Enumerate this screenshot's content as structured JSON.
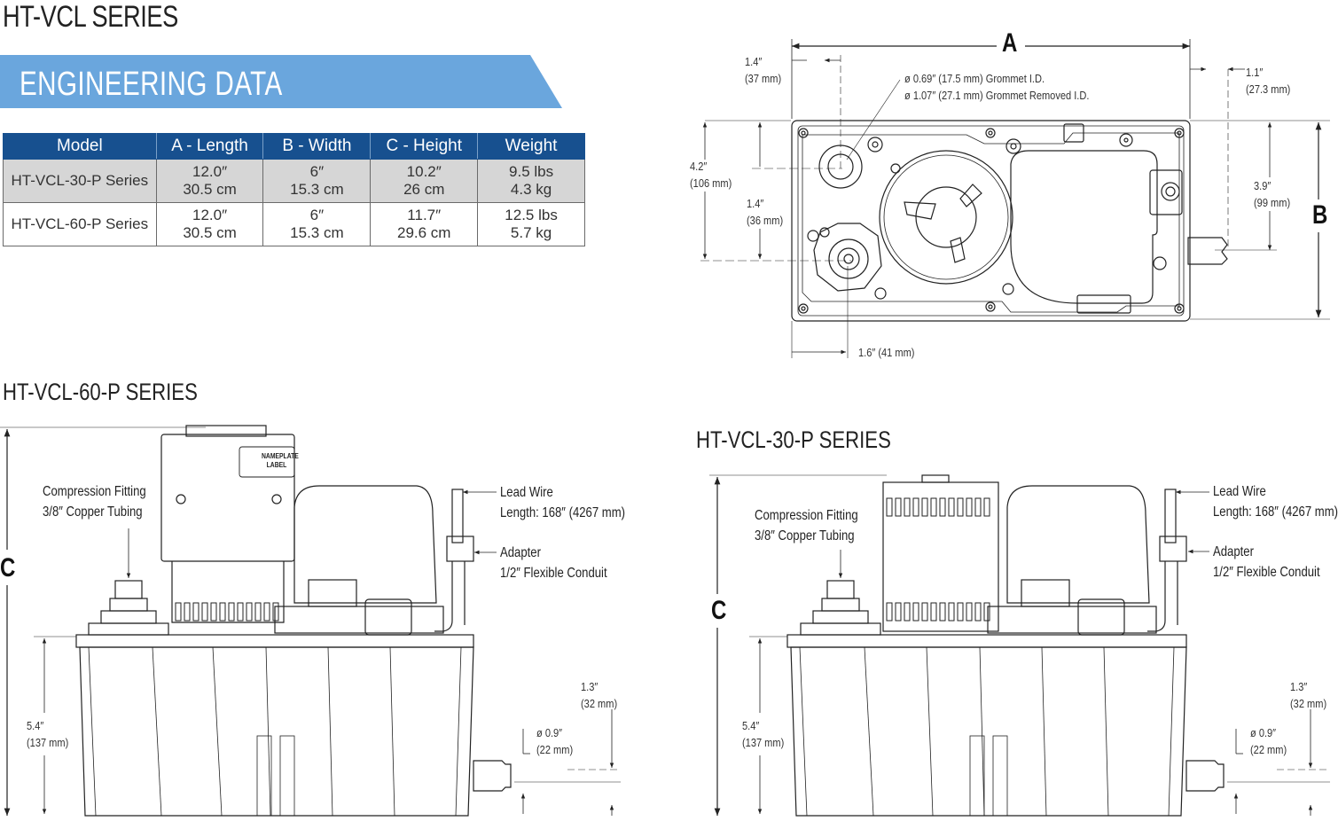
{
  "header": {
    "series_title": "HT-VCL SERIES",
    "banner": "ENGINEERING DATA",
    "banner_color": "#6aa6dd"
  },
  "table": {
    "columns": [
      "Model",
      "A - Length",
      "B - Width",
      "C - Height",
      "Weight"
    ],
    "rows": [
      {
        "model": "HT-VCL-30-P Series",
        "a_in": "12.0″",
        "a_cm": "30.5 cm",
        "b_in": "6″",
        "b_cm": "15.3 cm",
        "c_in": "10.2″",
        "c_cm": "26 cm",
        "w_lbs": "9.5 lbs",
        "w_kg": "4.3 kg"
      },
      {
        "model": "HT-VCL-60-P Series",
        "a_in": "12.0″",
        "a_cm": "30.5 cm",
        "b_in": "6″",
        "b_cm": "15.3 cm",
        "c_in": "11.7″",
        "c_cm": "29.6 cm",
        "w_lbs": "12.5 lbs",
        "w_kg": "5.7 kg"
      }
    ],
    "header_color": "#17508f"
  },
  "top_view": {
    "label_a": "A",
    "label_b": "B",
    "dim_1_4": "1.4″",
    "dim_1_4_mm": "(37 mm)",
    "grommet_1": "ø  0.69″ (17.5 mm) Grommet I.D.",
    "grommet_2": "ø  1.07″ (27.1 mm) Grommet Removed I.D.",
    "dim_1_1": "1.1″",
    "dim_1_1_mm": "(27.3 mm)",
    "dim_4_2": "4.2″",
    "dim_4_2_mm": "(106 mm)",
    "dim_1_4b": "1.4″",
    "dim_1_4b_mm": "(36 mm)",
    "dim_3_9": "3.9″",
    "dim_3_9_mm": "(99 mm)",
    "dim_1_6": "1.6″ (41 mm)"
  },
  "series_60": {
    "title": "HT-VCL-60-P SERIES",
    "label_c": "C",
    "compression_1": "Compression Fitting",
    "compression_2": "3/8″ Copper Tubing",
    "lead_1": "Lead Wire",
    "lead_2": "Length: 168″ (4267 mm)",
    "adapter_1": "Adapter",
    "adapter_2": "1/2″ Flexible Conduit",
    "dim_5_4": "5.4″",
    "dim_5_4_mm": "(137 mm)",
    "dim_1_3": "1.3″",
    "dim_1_3_mm": "(32 mm)",
    "dim_0_9": "ø  0.9″",
    "dim_0_9_mm": "(22 mm)",
    "nameplate_1": "NAMEPLATE",
    "nameplate_2": "LABEL"
  },
  "series_30": {
    "title": "HT-VCL-30-P SERIES",
    "label_c": "C",
    "compression_1": "Compression Fitting",
    "compression_2": "3/8″ Copper Tubing",
    "lead_1": "Lead Wire",
    "lead_2": "Length: 168″ (4267 mm)",
    "adapter_1": "Adapter",
    "adapter_2": "1/2″ Flexible Conduit",
    "dim_5_4": "5.4″",
    "dim_5_4_mm": "(137 mm)",
    "dim_1_3": "1.3″",
    "dim_1_3_mm": "(32 mm)",
    "dim_0_9": "ø  0.9″",
    "dim_0_9_mm": "(22 mm)"
  }
}
